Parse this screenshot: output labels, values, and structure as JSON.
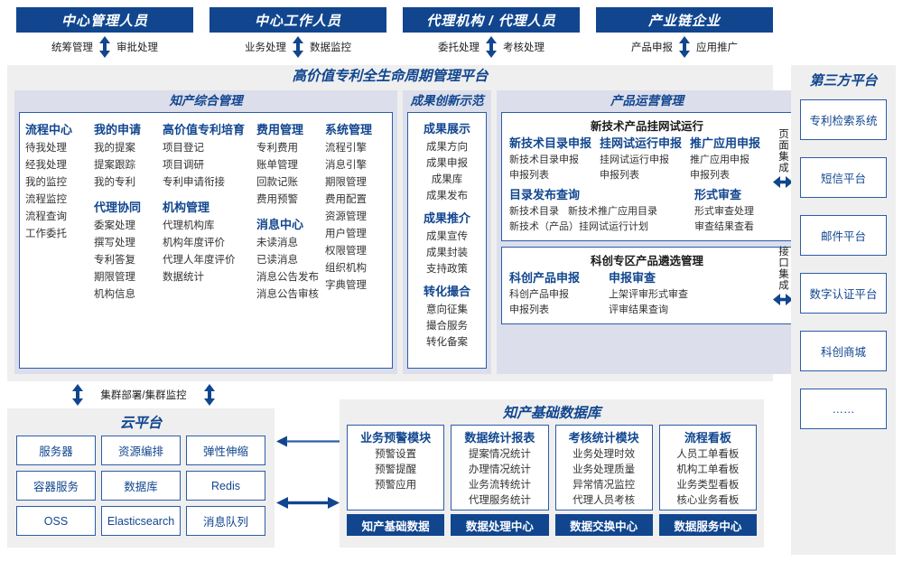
{
  "actors": [
    {
      "title": "中心管理人员",
      "left": "统筹管理",
      "right": "审批处理"
    },
    {
      "title": "中心工作人员",
      "left": "业务处理",
      "right": "数据监控"
    },
    {
      "title": "代理机构 / 代理人员",
      "left": "委托处理",
      "right": "考核处理"
    },
    {
      "title": "产业链企业",
      "left": "产品申报",
      "right": "应用推广"
    }
  ],
  "platform": {
    "title": "高价值专利全生命周期管理平台",
    "band1": {
      "head": "知产综合管理",
      "columns": [
        {
          "groups": [
            {
              "name": "流程中心",
              "items": [
                "待我处理",
                "经我处理",
                "我的监控",
                "流程监控",
                "流程查询",
                "工作委托"
              ]
            }
          ]
        },
        {
          "groups": [
            {
              "name": "我的申请",
              "items": [
                "我的提案",
                "提案跟踪",
                "我的专利"
              ]
            },
            {
              "name": "代理协同",
              "items": [
                "委案处理",
                "撰写处理",
                "专利答复",
                "期限管理",
                "机构信息"
              ]
            }
          ]
        },
        {
          "groups": [
            {
              "name": "高价值专利培育",
              "items": [
                "项目登记",
                "项目调研",
                "专利申请衔接"
              ]
            },
            {
              "name": "机构管理",
              "items": [
                "代理机构库",
                "机构年度评价",
                "代理人年度评价",
                "数据统计"
              ]
            }
          ]
        },
        {
          "groups": [
            {
              "name": "费用管理",
              "items": [
                "专利费用",
                "账单管理",
                "回款记账",
                "费用预警"
              ]
            },
            {
              "name": "消息中心",
              "items": [
                "未读消息",
                "已读消息",
                "消息公告发布",
                "消息公告审核"
              ]
            }
          ]
        },
        {
          "groups": [
            {
              "name": "系统管理",
              "items": [
                "流程引擎",
                "消息引擎",
                "期限管理",
                "费用配置",
                "资源管理",
                "用户管理",
                "权限管理",
                "组织机构",
                "字典管理"
              ]
            }
          ]
        }
      ]
    },
    "band2": {
      "head": "成果创新示范",
      "groups": [
        {
          "name": "成果展示",
          "items": [
            "成果方向",
            "成果申报",
            "成果库",
            "成果发布"
          ]
        },
        {
          "name": "成果推介",
          "items": [
            "成果宣传",
            "成果封装",
            "支持政策"
          ]
        },
        {
          "name": "转化撮合",
          "items": [
            "意向征集",
            "撮合服务",
            "转化备案"
          ]
        }
      ]
    },
    "band3": {
      "head": "产品运营管理",
      "box1": {
        "title": "新技术产品挂网试运行",
        "row1": [
          {
            "head": "新技术目录申报",
            "items": [
              "新技术目录申报",
              "申报列表"
            ]
          },
          {
            "head": "挂网试运行申报",
            "items": [
              "挂网试运行申报",
              "申报列表"
            ]
          },
          {
            "head": "推广应用申报",
            "items": [
              "推广应用申报",
              "申报列表"
            ]
          }
        ],
        "row2_left": {
          "head": "目录发布查询",
          "line1a": "新技术目录",
          "line1b": "新技术推广应用目录",
          "line2": "新技术（产品）挂网试运行计划"
        },
        "row2_right": {
          "head": "形式审查",
          "items": [
            "形式审查处理",
            "审查结果查看"
          ]
        }
      },
      "box2": {
        "title": "科创专区产品遴选管理",
        "cols": [
          {
            "head": "科创产品申报",
            "items": [
              "科创产品申报",
              "申报列表"
            ]
          },
          {
            "head": "申报审查",
            "items": [
              "上架评审形式审查",
              "评审结果查询"
            ]
          }
        ]
      }
    }
  },
  "integration": [
    {
      "label": "页面集成"
    },
    {
      "label": "接口集成"
    }
  ],
  "third_party": {
    "title": "第三方平台",
    "items": [
      "专利检索系统",
      "短信平台",
      "邮件平台",
      "数字认证平台",
      "科创商城",
      "……"
    ]
  },
  "cluster": {
    "label": "集群部署/集群监控"
  },
  "cloud": {
    "title": "云平台",
    "cells": [
      "服务器",
      "资源编排",
      "弹性伸缩",
      "容器服务",
      "数据库",
      "Redis",
      "OSS",
      "Elasticsearch",
      "消息队列"
    ]
  },
  "database": {
    "title": "知产基础数据库",
    "columns": [
      {
        "head": "业务预警模块",
        "items": [
          "预警设置",
          "预警提醒",
          "预警应用"
        ],
        "foot": "知产基础数据"
      },
      {
        "head": "数据统计报表",
        "items": [
          "提案情况统计",
          "办理情况统计",
          "业务流转统计",
          "代理服务统计"
        ],
        "foot": "数据处理中心"
      },
      {
        "head": "考核统计模块",
        "items": [
          "业务处理时效",
          "业务处理质量",
          "异常情况监控",
          "代理人员考核"
        ],
        "foot": "数据交换中心"
      },
      {
        "head": "流程看板",
        "items": [
          "人员工单看板",
          "机构工单看板",
          "业务类型看板",
          "核心业务看板"
        ],
        "foot": "数据服务中心"
      }
    ]
  },
  "colors": {
    "brand_dark": "#11468f",
    "border_blue": "#2c5ca8",
    "panel_gray": "#efefef",
    "band_lavender": "#dcdeeb"
  }
}
